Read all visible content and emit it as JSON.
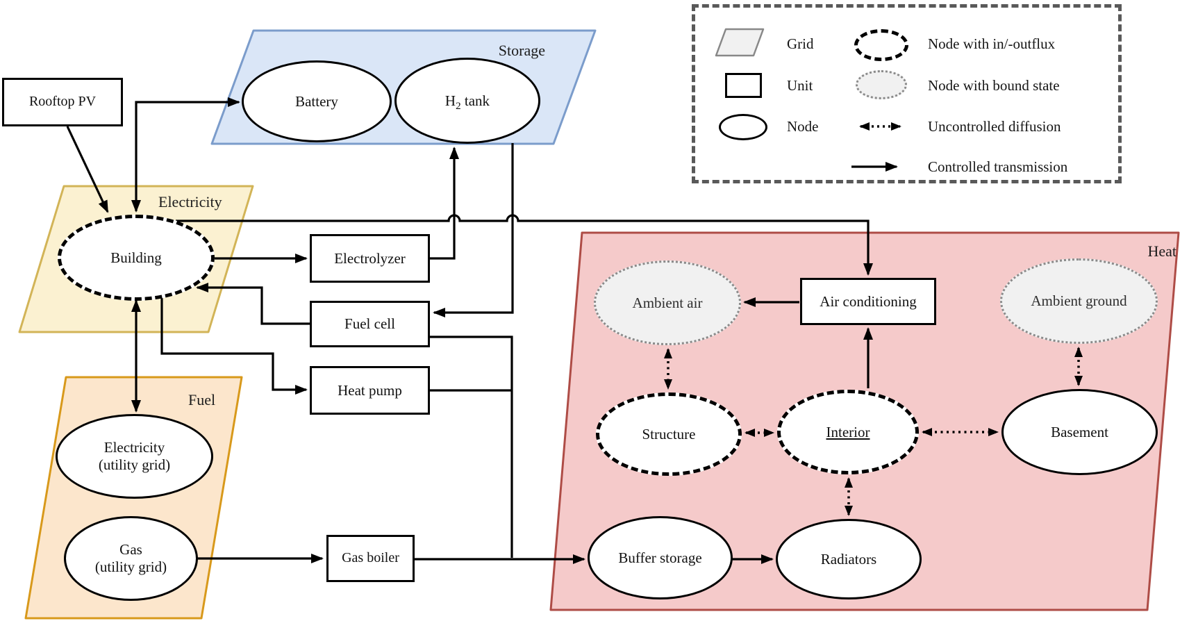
{
  "regions": {
    "storage": {
      "label": "Storage"
    },
    "electricity": {
      "label": "Electricity"
    },
    "fuel": {
      "label": "Fuel"
    },
    "heat": {
      "label": "Heat"
    }
  },
  "nodes": {
    "rooftop_pv": {
      "label": "Rooftop PV"
    },
    "battery": {
      "label": "Battery"
    },
    "h2_tank": {
      "pre": "H",
      "sub": "2",
      "post": " tank"
    },
    "building": {
      "label": "Building"
    },
    "electrolyzer": {
      "label": "Electrolyzer"
    },
    "fuel_cell": {
      "label": "Fuel cell"
    },
    "heat_pump": {
      "label": "Heat pump"
    },
    "electricity_grid": {
      "line1": "Electricity",
      "line2": "(utility grid)"
    },
    "gas_grid": {
      "line1": "Gas",
      "line2": "(utility grid)"
    },
    "gas_boiler": {
      "label": "Gas boiler"
    },
    "ambient_air": {
      "label": "Ambient air"
    },
    "air_conditioning": {
      "label": "Air conditioning"
    },
    "ambient_ground": {
      "label": "Ambient ground"
    },
    "structure": {
      "label": "Structure"
    },
    "interior": {
      "label": "Interior"
    },
    "basement": {
      "label": "Basement"
    },
    "buffer_storage": {
      "label": "Buffer storage"
    },
    "radiators": {
      "label": "Radiators"
    }
  },
  "legend": {
    "items": [
      {
        "icon": "grid-icon",
        "label": "Grid"
      },
      {
        "icon": "unit-icon",
        "label": "Unit"
      },
      {
        "icon": "node-icon",
        "label": "Node"
      },
      {
        "icon": "influx-node-icon",
        "label": "Node with in/-outflux"
      },
      {
        "icon": "bound-state-node-icon",
        "label": "Node with bound state"
      },
      {
        "icon": "uncontrolled-diffusion-icon",
        "label": "Uncontrolled diffusion"
      },
      {
        "icon": "controlled-transmission-icon",
        "label": "Controlled transmission"
      }
    ]
  },
  "colors": {
    "storage_fill": "#dae6f7",
    "storage_stroke": "#7b9ccb",
    "electricity_fill": "#fbf1d1",
    "electricity_stroke": "#d2b457",
    "fuel_fill": "#fce6cc",
    "fuel_stroke": "#d8991b",
    "heat_fill": "#f5caca",
    "heat_stroke": "#ae4c46",
    "bound_fill": "#f1f1f1",
    "bound_stroke": "#8a8a8a",
    "legend_border": "#595959",
    "line": "#000000"
  }
}
